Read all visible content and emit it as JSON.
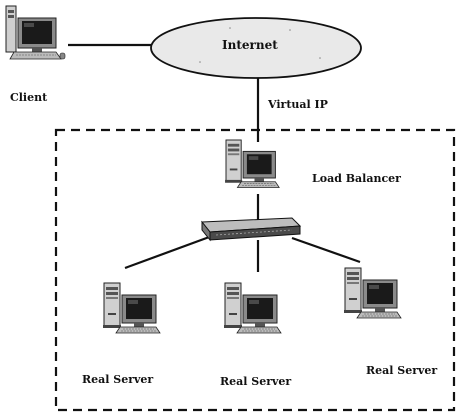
{
  "labels": {
    "internet": "Internet",
    "client": "Client",
    "virtual_ip": "Virtual IP",
    "load_balancer": "Load Balancer",
    "real_servers": [
      "Real Server",
      "Real Server",
      "Real Server"
    ]
  },
  "icons": {
    "client": "desktop-computer-icon",
    "load_balancer": "tower-computer-icon",
    "switch": "network-switch-icon",
    "servers": [
      "tower-computer-icon",
      "tower-computer-icon",
      "tower-computer-icon"
    ]
  },
  "colors": {
    "line": "#111111",
    "cloud_fill": "#e9e9e9",
    "device_dark": "#333333",
    "device_mid": "#8a8a8a",
    "device_light": "#d0d0d0",
    "screen": "#1a1a1a"
  }
}
